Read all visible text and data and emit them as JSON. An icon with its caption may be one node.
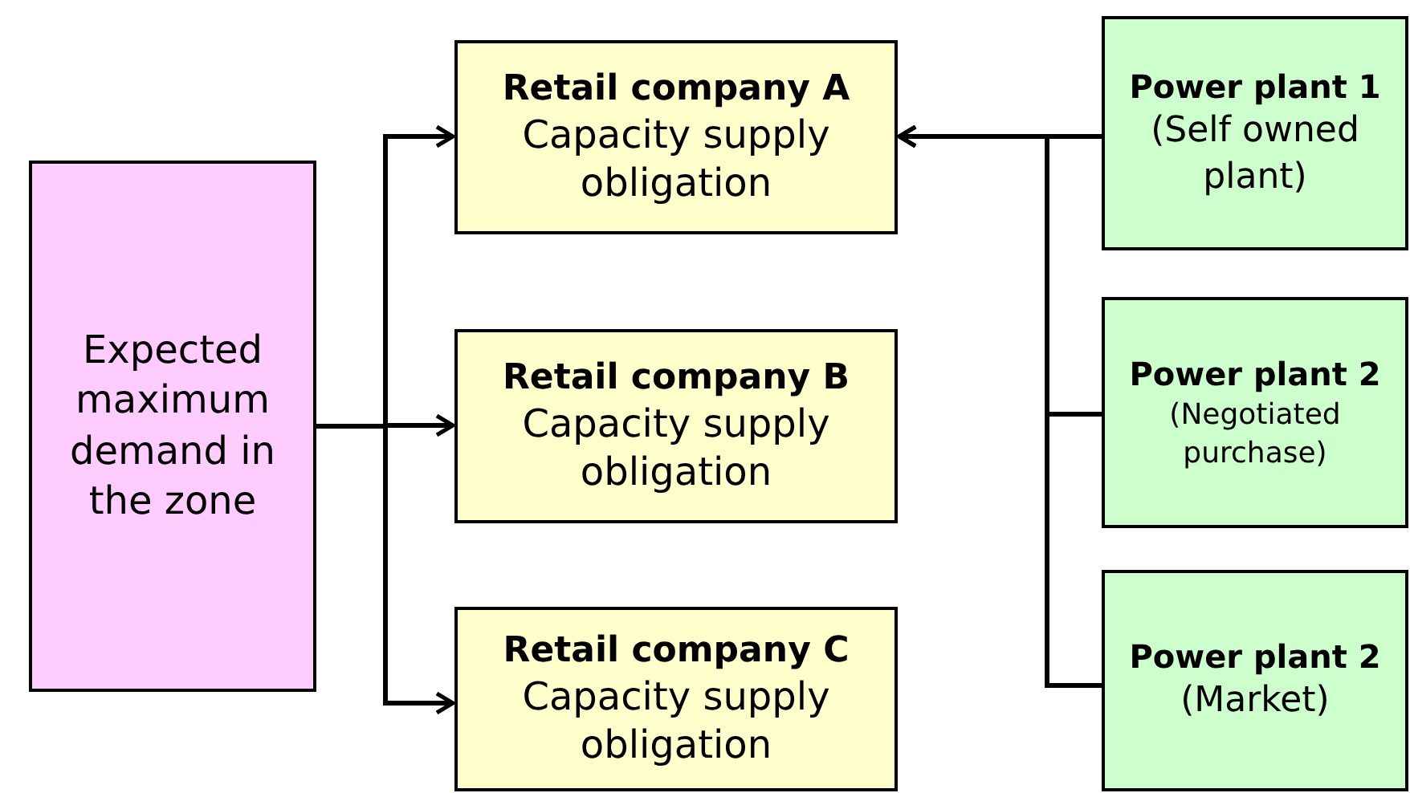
{
  "diagram": {
    "nodes": [
      {
        "text": [
          "Expected maximum demand in the zone"
        ]
      },
      {
        "text": [
          "Retail company A",
          "Capacity supply obligation"
        ]
      },
      {
        "text": [
          "Retail company B",
          "Capacity supply obligation"
        ]
      },
      {
        "text": [
          "Retail company C",
          "Capacity supply obligation"
        ]
      },
      {
        "text": [
          "Power plant 1",
          "(Self owned plant)"
        ]
      },
      {
        "text": [
          "Power plant 2",
          "(Negotiated purchase)"
        ]
      },
      {
        "text": [
          "Power plant 2",
          "(Market)"
        ]
      }
    ],
    "edges": [
      {
        "from": 0,
        "to": 1,
        "arrow": "to"
      },
      {
        "from": 0,
        "to": 2,
        "arrow": "to"
      },
      {
        "from": 0,
        "to": 3,
        "arrow": "to"
      },
      {
        "from": 4,
        "to": 1,
        "arrow": "to"
      },
      {
        "from": 5,
        "to": 1,
        "arrow": "to"
      },
      {
        "from": 6,
        "to": 1,
        "arrow": "to"
      }
    ]
  }
}
